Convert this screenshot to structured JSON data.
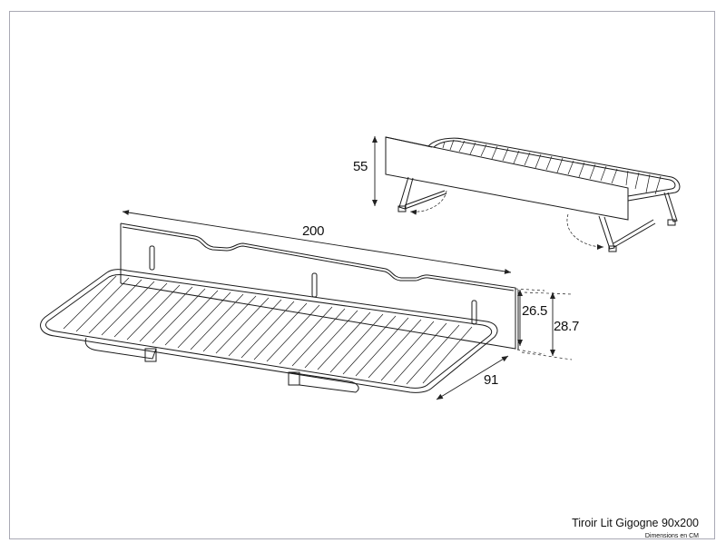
{
  "drawing": {
    "title": "Tiroir Lit Gigogne 90x200",
    "subtitle": "Dimensions en CM",
    "line_color": "#1a1a1a",
    "frame_color": "#a9a9b4"
  },
  "dimensions": {
    "raised_height": "55",
    "length": "200",
    "panel_height": "26.5",
    "total_height": "28.7",
    "depth": "91"
  },
  "views": [
    {
      "name": "raised-trundle-view",
      "label": "Trundle drawer with legs unfolded"
    },
    {
      "name": "stored-trundle-view",
      "label": "Trundle drawer slatted base with front panel"
    }
  ]
}
